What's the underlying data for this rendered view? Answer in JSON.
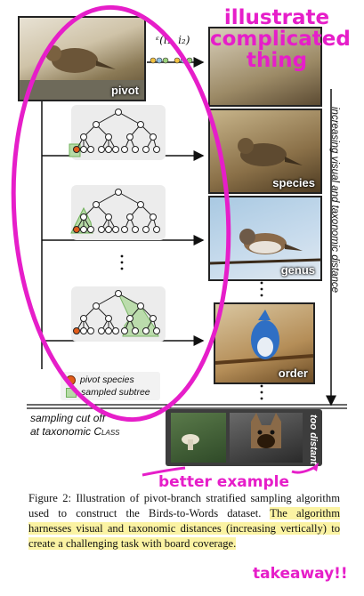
{
  "figure": {
    "vlabel": "ᵋ(i₁, i₂)",
    "axis_label": "increasing visual and taxonomic distance",
    "photos": [
      {
        "label": "pivot"
      },
      {
        "label": "species"
      },
      {
        "label": "genus"
      },
      {
        "label": "order"
      }
    ],
    "legend": {
      "pivot": "pivot species",
      "subtree": "sampled subtree"
    },
    "cutoff_line1": "sampling cut off",
    "cutoff_line2_prefix": "at taxonomic ",
    "cutoff_line2_sc": "Class",
    "too_distant": "too distant",
    "colors": {
      "pivot_dot": "#e25c1a",
      "subtree_fill": "#b6dba6",
      "annotation": "#e61ec9",
      "highlight": "#fbf3a3"
    }
  },
  "annotations": {
    "title": "illustrate complicated thing",
    "example": "better example",
    "takeaway": "takeaway!!"
  },
  "caption": {
    "part1": "Figure 2: Illustration of pivot-branch stratified sampling algorithm used to construct the Birds-to-Words dataset. ",
    "highlight": "The algorithm harnesses visual and taxonomic distances (increasing vertically) to create a challenging task with board coverage."
  }
}
